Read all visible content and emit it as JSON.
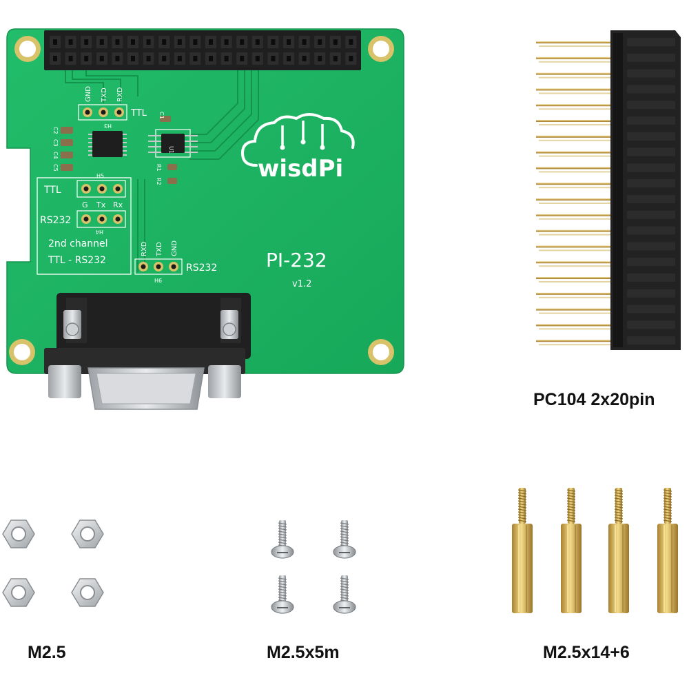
{
  "board": {
    "brand": "wisdPi",
    "model": "PI-232",
    "version": "v1.2",
    "silkscreen": {
      "gnd": "GND",
      "txd": "TXD",
      "rxd": "RXD",
      "ttl_top": "TTL",
      "h3": "H3",
      "h5": "H5",
      "ttl": "TTL",
      "g": "G",
      "tx": "Tx",
      "rx": "Rx",
      "rs232_left": "RS232",
      "h4": "H4",
      "second_channel": "2nd channel",
      "ttl_rs232": "TTL - RS232",
      "rxd2": "RXD",
      "txd2": "TXD",
      "gnd2": "GND",
      "rs232_right": "RS232",
      "h6": "H6",
      "c1": "C1",
      "c2": "C2",
      "c3": "C3",
      "c4": "C4",
      "c5": "C5",
      "u1": "U1",
      "r1": "R1",
      "r2": "R2"
    }
  },
  "captions": {
    "header": "PC104 2x20pin",
    "nut": "M2.5",
    "screw": "M2.5x5m",
    "standoff": "M2.5x14+6"
  },
  "colors": {
    "pcb": "#1fb764",
    "silk": "#ffffff",
    "header": "#1d1d1d",
    "brass": "#c9a24a",
    "steel": "#b9bcc0"
  }
}
